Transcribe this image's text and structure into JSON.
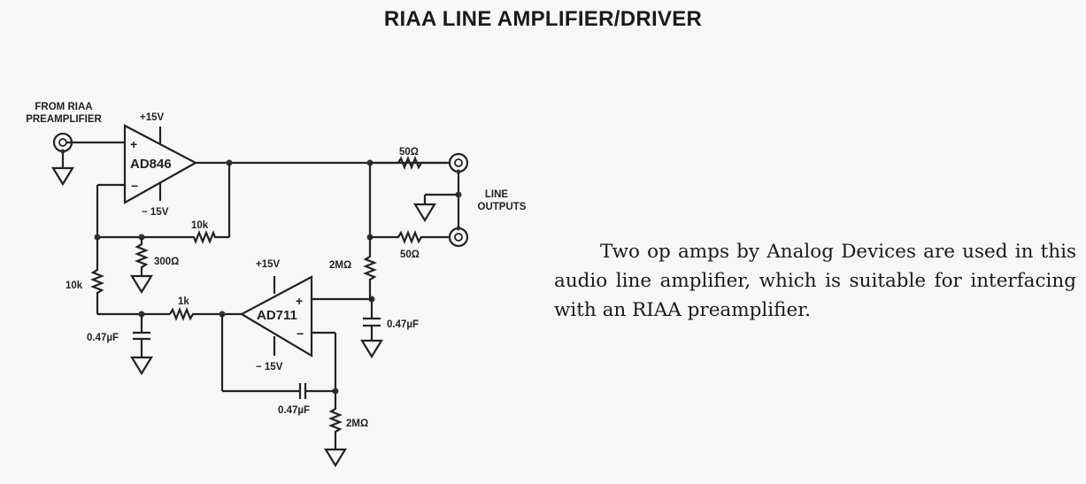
{
  "title": "RIAA LINE AMPLIFIER/DRIVER",
  "description": "Two op amps by Analog Devices are used in this audio line amplifier, which is suitable for interfacing with an RIAA preamplifier.",
  "schematic": {
    "input_label_line1": "FROM RIAA",
    "input_label_line2": "PREAMPLIFIER",
    "output_label_line1": "LINE",
    "output_label_line2": "OUTPUTS",
    "opamps": [
      {
        "name": "AD846",
        "supply_pos": "+15V",
        "supply_neg": "− 15V",
        "in_pos": "+",
        "in_neg": "−"
      },
      {
        "name": "AD711",
        "supply_pos": "+15V",
        "supply_neg": "− 15V",
        "in_pos": "+",
        "in_neg": "−"
      }
    ],
    "components": {
      "r_feedback_ad846": "10k",
      "r_gain_ground": "300Ω",
      "r_divider": "10k",
      "r_series_ad711": "1k",
      "c_filter_ground": "0.47µF",
      "r_out_top": "50Ω",
      "r_out_bottom": "50Ω",
      "r_bias_top": "2MΩ",
      "c_bias": "0.47µF",
      "c_feedback_ad711": "0.47µF",
      "r_ground_ad711": "2MΩ"
    }
  }
}
